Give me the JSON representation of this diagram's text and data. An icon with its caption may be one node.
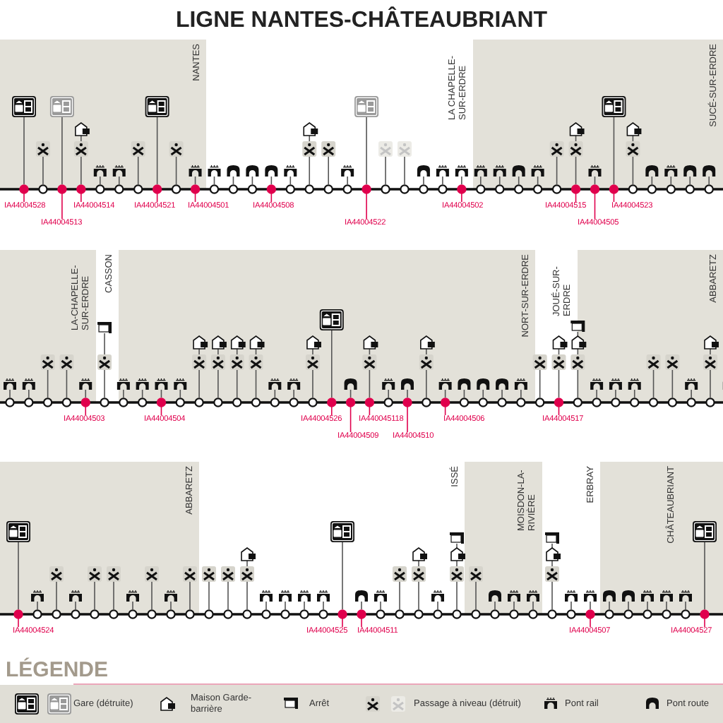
{
  "diagram": {
    "title": "LIGNE NANTES-CHÂTEAUBRIANT",
    "nodes": [
      {
        "text": [
          "IA44004528"
        ]
      },
      {
        "text": [
          "IA44004513"
        ]
      },
      {
        "text": [
          "IA44004514"
        ]
      },
      {
        "text": [
          "IA44004521"
        ]
      },
      {
        "text": [
          "IA44004501"
        ]
      },
      {
        "text": [
          "IA44004508"
        ]
      },
      {
        "text": [
          "IA44004522"
        ]
      },
      {
        "text": [
          "IA44004502"
        ]
      },
      {
        "text": [
          "IA44004515"
        ]
      },
      {
        "text": [
          "IA44004505"
        ]
      },
      {
        "text": [
          "IA44004523"
        ]
      },
      {
        "text": [
          "IA44004503"
        ]
      },
      {
        "text": [
          "IA44004504"
        ]
      },
      {
        "text": [
          "IA44004526"
        ]
      },
      {
        "text": [
          "IA44004509"
        ]
      },
      {
        "text": [
          "IA440045118"
        ]
      },
      {
        "text": [
          "IA44004510"
        ]
      },
      {
        "text": [
          "IA44004506"
        ]
      },
      {
        "text": [
          "IA44004517"
        ]
      },
      {
        "text": [
          "IA44004524"
        ]
      },
      {
        "text": [
          "IA44004525"
        ]
      },
      {
        "text": [
          "IA44004511"
        ]
      },
      {
        "text": [
          "IA44004507"
        ]
      },
      {
        "text": [
          "IA44004527"
        ]
      },
      {
        "text": [],
        "shape": "circle"
      },
      {
        "text": [],
        "shape": "circle"
      },
      {
        "text": [],
        "shape": "circle"
      },
      {
        "text": [],
        "shape": "circle"
      },
      {
        "text": [],
        "shape": "circle"
      },
      {
        "text": [],
        "shape": "circle"
      },
      {
        "text": [],
        "shape": "circle"
      },
      {
        "text": [],
        "shape": "circle"
      },
      {
        "text": [],
        "shape": "circle"
      },
      {
        "text": [],
        "shape": "circle"
      },
      {
        "text": [],
        "shape": "circle"
      },
      {
        "text": [],
        "shape": "circle"
      },
      {
        "text": [],
        "shape": "circle"
      },
      {
        "text": [],
        "shape": "circle"
      },
      {
        "text": [],
        "shape": "circle"
      },
      {
        "text": [],
        "shape": "circle"
      },
      {
        "text": [],
        "shape": "circle"
      },
      {
        "text": [],
        "shape": "circle"
      },
      {
        "text": [],
        "shape": "circle"
      },
      {
        "text": [],
        "shape": "circle"
      },
      {
        "text": [],
        "shape": "circle"
      },
      {
        "text": [],
        "shape": "circle"
      },
      {
        "text": [],
        "shape": "circle"
      },
      {
        "text": [],
        "shape": "circle"
      }
    ],
    "edges": [
      {
        "from": 0,
        "to": 24,
        "arrow": "none"
      },
      {
        "from": 1,
        "to": 25,
        "arrow": "none"
      },
      {
        "from": 2,
        "to": 26,
        "arrow": "none"
      },
      {
        "from": 3,
        "to": 27,
        "arrow": "none"
      },
      {
        "from": 4,
        "to": 28,
        "arrow": "none"
      },
      {
        "from": 5,
        "to": 29,
        "arrow": "none"
      },
      {
        "from": 6,
        "to": 30,
        "arrow": "none"
      },
      {
        "from": 7,
        "to": 31,
        "arrow": "none"
      },
      {
        "from": 8,
        "to": 32,
        "arrow": "none"
      },
      {
        "from": 9,
        "to": 33,
        "arrow": "none"
      },
      {
        "from": 10,
        "to": 34,
        "arrow": "none"
      },
      {
        "from": 11,
        "to": 35,
        "arrow": "none"
      },
      {
        "from": 12,
        "to": 36,
        "arrow": "none"
      },
      {
        "from": 13,
        "to": 37,
        "arrow": "none"
      },
      {
        "from": 14,
        "to": 38,
        "arrow": "none"
      },
      {
        "from": 15,
        "to": 39,
        "arrow": "none"
      },
      {
        "from": 16,
        "to": 40,
        "arrow": "none"
      },
      {
        "from": 17,
        "to": 41,
        "arrow": "none"
      },
      {
        "from": 18,
        "to": 42,
        "arrow": "none"
      },
      {
        "from": 19,
        "to": 43,
        "arrow": "none"
      },
      {
        "from": 20,
        "to": 44,
        "arrow": "none"
      },
      {
        "from": 21,
        "to": 45,
        "arrow": "none"
      },
      {
        "from": 22,
        "to": 46,
        "arrow": "none"
      },
      {
        "from": 23,
        "to": 47,
        "arrow": "none"
      }
    ],
    "labels": [
      "NANTES",
      "LA CHAPELLE-SUR-ERDRE",
      "SUCÉ-SUR-ERDRE",
      "LA-CHAPELLE-SUR-ERDRE",
      "CASSON",
      "NORT-SUR-ERDRE",
      "JOUÉ-SUR-ERDRE",
      "ABBARETZ",
      "ABBARETZ",
      "ISSÉ",
      "MOISDON-LA-RIVIÈRE",
      "ERBRAY",
      "CHÂTEAUBRIANT",
      "LÉGENDE"
    ],
    "legend": [
      {
        "text": "Gare (détruite)"
      },
      {
        "text": "Maison Garde-barrière"
      },
      {
        "text": "Arrêt"
      },
      {
        "text": "Passage à niveau (détruit)"
      },
      {
        "text": "Pont rail"
      },
      {
        "text": "Pont route"
      }
    ]
  }
}
